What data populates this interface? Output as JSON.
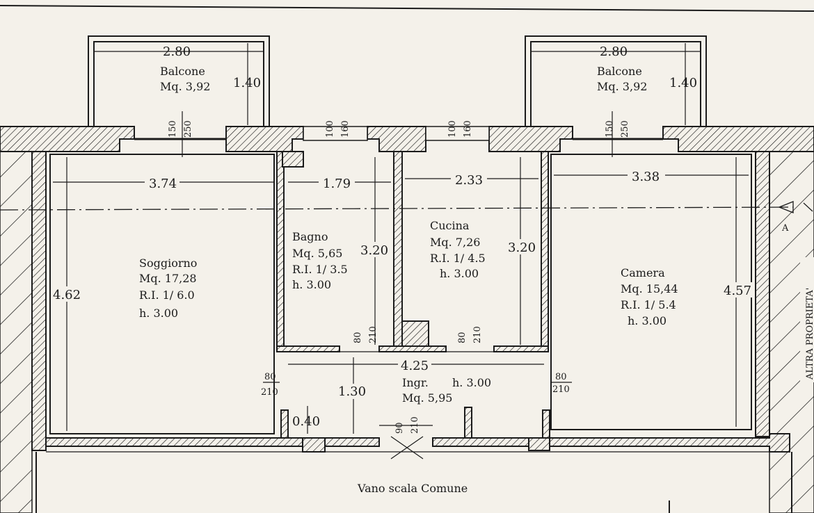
{
  "balconies": [
    {
      "name": "Balcone",
      "area": "Mq. 3,92",
      "width": "2.80",
      "depth": "1.40",
      "window_w": "150",
      "window_h": "250"
    },
    {
      "name": "Balcone",
      "area": "Mq. 3,92",
      "width": "2.80",
      "depth": "1.40",
      "window_w": "150",
      "window_h": "250"
    }
  ],
  "rooms": {
    "soggiorno": {
      "name": "Soggiorno",
      "area": "Mq. 17,28",
      "ri": "R.I. 1/ 6.0",
      "h": "h. 3.00",
      "width": "3.74",
      "depth": "4.62"
    },
    "bagno": {
      "name": "Bagno",
      "area": "Mq. 5,65",
      "ri": "R.I. 1/ 3.5",
      "h": "h. 3.00",
      "width": "1.79",
      "depth": "3.20",
      "door_w": "80",
      "door_h": "210"
    },
    "cucina": {
      "name": "Cucina",
      "area": "Mq. 7,26",
      "ri": "R.I. 1/ 4.5",
      "h": "h. 3.00",
      "width": "2.33",
      "depth": "3.20",
      "door_w": "80",
      "door_h": "210"
    },
    "camera": {
      "name": "Camera",
      "area": "Mq. 15,44",
      "ri": "R.I. 1/ 5.4",
      "h": "h. 3.00",
      "width": "3.38",
      "depth": "4.57"
    },
    "ingresso": {
      "name": "Ingr.",
      "area": "Mq. 5,95",
      "h": "h. 3.00",
      "width": "4.25",
      "depth": "1.30",
      "offset": "0.40"
    }
  },
  "windows": [
    {
      "w": "100",
      "h": "160"
    },
    {
      "w": "100",
      "h": "160"
    }
  ],
  "doors": {
    "left": {
      "w": "80",
      "h": "210"
    },
    "right": {
      "w": "80",
      "h": "210"
    },
    "entrance": {
      "w": "90",
      "h": "210"
    }
  },
  "labels": {
    "stair": "Vano scala Comune",
    "neighbor": "ALTRA PROPRIETA'",
    "section": "A"
  }
}
